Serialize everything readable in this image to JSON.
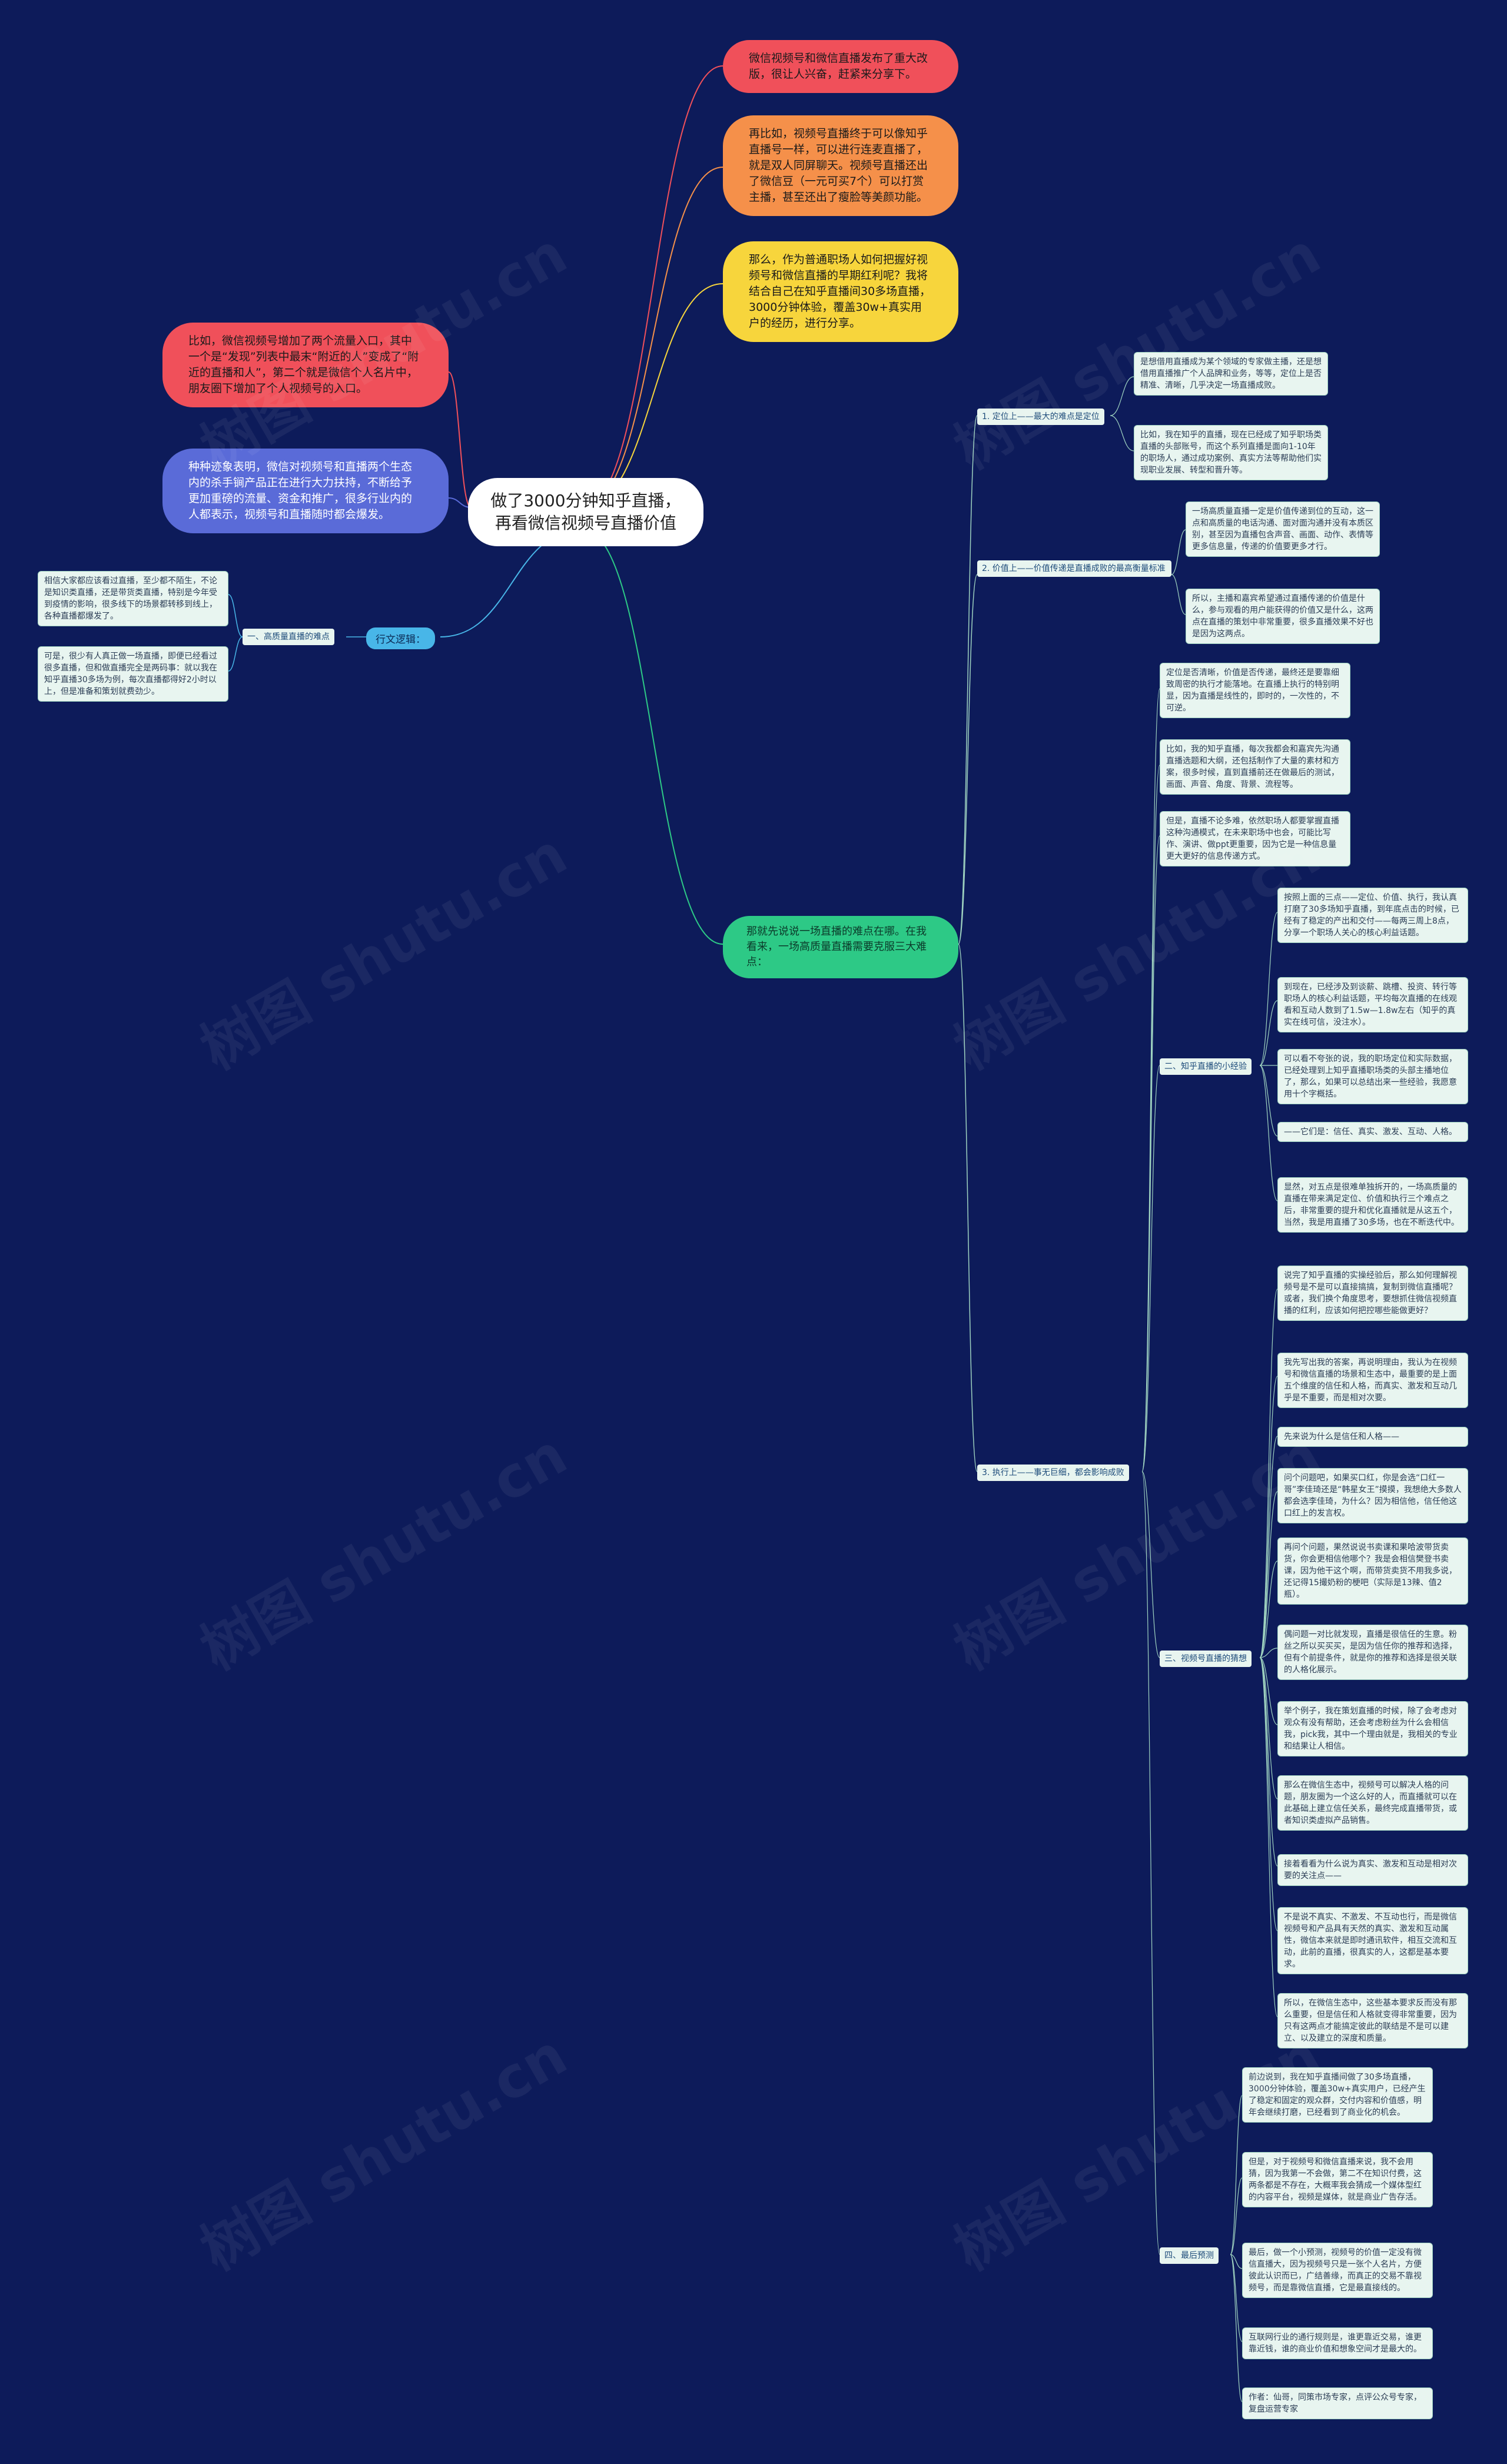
{
  "root": "做了3000分钟知乎直播，再看微信视频号直播价值",
  "top_bubbles": [
    {
      "text": "微信视频号和微信直播发布了重大改版，很让人兴奋，赶紧来分享下。",
      "color": "#f0505a"
    },
    {
      "text": "再比如，视频号直播终于可以像知乎直播号一样，可以进行连麦直播了，就是双人同屏聊天。视频号直播还出了微信豆（一元可买7个）可以打赏主播，甚至还出了瘦脸等美颜功能。",
      "color": "#f5904a"
    },
    {
      "text": "那么，作为普通职场人如何把握好视频号和微信直播的早期红利呢？我将结合自己在知乎直播间30多场直播，3000分钟体验，覆盖30w+真实用户的经历，进行分享。",
      "color": "#f7d53c"
    }
  ],
  "left_bubbles": [
    {
      "text": "比如，微信视频号增加了两个流量入口，其中一个是“发现”列表中最末“附近的人”变成了“附近的直播和人”，第二个就是微信个人名片中，朋友圈下增加了个人视频号的入口。",
      "color": "#f0505a"
    },
    {
      "text": "种种迹象表明，微信对视频号和直播两个生态内的杀手锏产品正在进行大力扶持，不断给予更加重磅的流量、资金和推广，很多行业内的人都表示，视频号和直播随时都会爆发。",
      "color": "#5a6bd8"
    }
  ],
  "left_branch": {
    "pill": "行文逻辑：",
    "label": "一、高质量直播的难点",
    "notes": [
      "相信大家都应该看过直播，至少都不陌生，不论是知识类直播，还是带货类直播，特别是今年受到疫情的影响，很多线下的场景都转移到线上，各种直播都爆发了。",
      "可是，很少有人真正做一场直播，即便已经看过很多直播，但和做直播完全是两码事：就以我在知乎直播30多场为例，每次直播都得好2小时以上，但是准备和策划就费劲少。"
    ]
  },
  "green_node": "那就先说说一场直播的难点在哪。在我看来，一场高质量直播需要克服三大难点：",
  "sections": [
    {
      "label": "1. 定位上——最大的难点是定位",
      "notes": [
        "是想借用直播成为某个领域的专家做主播，还是想借用直播推广个人品牌和业务，等等，定位上是否精准、清晰，几乎决定一场直播成败。",
        "比如，我在知乎的直播，现在已经成了知乎职场类直播的头部账号，而这个系列直播是面向1-10年的职场人，通过成功案例、真实方法等帮助他们实现职业发展、转型和晋升等。"
      ]
    },
    {
      "label": "2. 价值上——价值传递是直播成败的最高衡量标准",
      "notes": [
        "一场高质量直播一定是价值传递到位的互动，这一点和高质量的电话沟通、面对面沟通并没有本质区别，甚至因为直播包含声音、画面、动作、表情等更多信息量，传递的价值要更多才行。",
        "所以，主播和嘉宾希望通过直播传递的价值是什么，参与观看的用户能获得的价值又是什么，这两点在直播的策划中非常重要，很多直播效果不好也是因为这两点。"
      ]
    },
    {
      "label": "3. 执行上——事无巨细，都会影响成败",
      "intro_notes": [
        "定位是否清晰，价值是否传递，最终还是要靠细致周密的执行才能落地。在直播上执行的特别明显，因为直播是线性的，即时的，一次性的，不可逆。",
        "比如，我的知乎直播，每次我都会和嘉宾先沟通直播选题和大纲，还包括制作了大量的素材和方案，很多时候，直到直播前还在做最后的测试，画面、声音、角度、背景、流程等。",
        "但是，直播不论多难，依然职场人都要掌握直播这种沟通模式，在未来职场中也会，可能比写作、演讲、做ppt更重要，因为它是一种信息量更大更好的信息传递方式。"
      ],
      "subsections": [
        {
          "label": "二、知乎直播的小经验",
          "notes": [
            "按照上面的三点——定位、价值、执行，我认真打磨了30多场知乎直播，到年底点击的时候，已经有了稳定的产出和交付——每两三周上8点，分享一个职场人关心的核心利益话题。",
            "到现在，已经涉及到谈薪、跳槽、投资、转行等职场人的核心利益话题，平均每次直播的在线观看和互动人数到了1.5w—1.8w左右（知乎的真实在线可信，没注水）。",
            "可以看不夸张的说，我的职场定位和实际数据，已经处理到上知乎直播职场类的头部主播地位了，那么，如果可以总结出来一些经验，我愿意用十个字概括。",
            "——它们是：信任、真实、激发、互动、人格。",
            "显然，对五点是很难单独拆开的，一场高质量的直播在带来满足定位、价值和执行三个难点之后，非常重要的提升和优化直播就是从这五个，当然，我是用直播了30多场，也在不断迭代中。"
          ]
        },
        {
          "label": "三、视频号直播的猜想",
          "notes": [
            "说完了知乎直播的实操经验后，那么如何理解视频号是不是可以直接搞搞，复制到微信直播呢？或者，我们换个角度思考，要想抓住微信视频直播的红利，应该如何把控哪些能做更好？",
            "我先写出我的答案，再说明理由，我认为在视频号和微信直播的场景和生态中，最重要的是上面五个维度的信任和人格，而真实、激发和互动几乎是不重要，而是相对次要。",
            "先来说为什么是信任和人格——",
            "问个问题吧，如果买口红，你是会选“口红一哥”李佳琦还是“韩星女王”摸摸，我想绝大多数人都会选李佳琦，为什么？因为相信他，信任他这口红上的发言权。",
            "再问个问题，果然说说书卖课和果哈波带货卖货，你会更相信他哪个？我是会相信樊登书卖课，因为他干这个啊，而带货卖货不用我多说，还记得15撮奶粉的梗吧（实际是13辣、值2瓶）。",
            "偶问题一对比就发现，直播是很信任的生意。粉丝之所以买买买，是因为信任你的推荐和选择，但有个前提条件，就是你的推荐和选择是很关联的人格化展示。",
            "举个例子，我在策划直播的时候，除了会考虑对观众有没有帮助，还会考虑粉丝为什么会相信我，pick我，其中一个理由就是，我相关的专业和结果让人相信。",
            "那么在微信生态中，视频号可以解决人格的问题，朋友圈为一个这么好的人，而直播就可以在此基础上建立信任关系，最终完成直播带货，或者知识类虚拟产品销售。",
            "接着看看为什么说为真实、激发和互动是相对次要的关注点——",
            "不是说不真实、不激发、不互动也行，而是微信视频号和产品具有天然的真实、激发和互动属性，微信本来就是即时通讯软件，相互交流和互动，此前的直播，很真实的人，这都是基本要求。",
            "所以，在微信生态中，这些基本要求反而没有那么重要，但是信任和人格就变得非常重要，因为只有这两点才能搞定彼此的联结是不是可以建立、以及建立的深度和质量。"
          ]
        },
        {
          "label": "四、最后预测",
          "notes": [
            "前边说到，我在知乎直播间做了30多场直播，3000分钟体验，覆盖30w+真实用户，已经产生了稳定和固定的观众群，交付内容和价值感，明年会继续打磨，已经看到了商业化的机会。",
            "但是，对于视频号和微信直播来说，我不会用猜，因为我第一不会做，第二不在知识付费，这两条都是不存在，大概率我会猜成一个媒体型红的内容平台，视频是媒体，就是商业广告存活。",
            "最后，做一个小预测，视频号的价值一定没有微信直播大，因为视频号只是一张个人名片，方便彼此认识而已，广结善缘，而真正的交易不靠视频号，而是靠微信直播，它是最直接线的。",
            "互联网行业的通行规则是，谁更靠近交易，谁更靠近钱，谁的商业价值和想象空间才是最大的。",
            "作者：仙哥，同策市场专家，点评公众号专家，复盘运营专家"
          ]
        }
      ]
    }
  ],
  "watermark": "树图 shutu.cn"
}
